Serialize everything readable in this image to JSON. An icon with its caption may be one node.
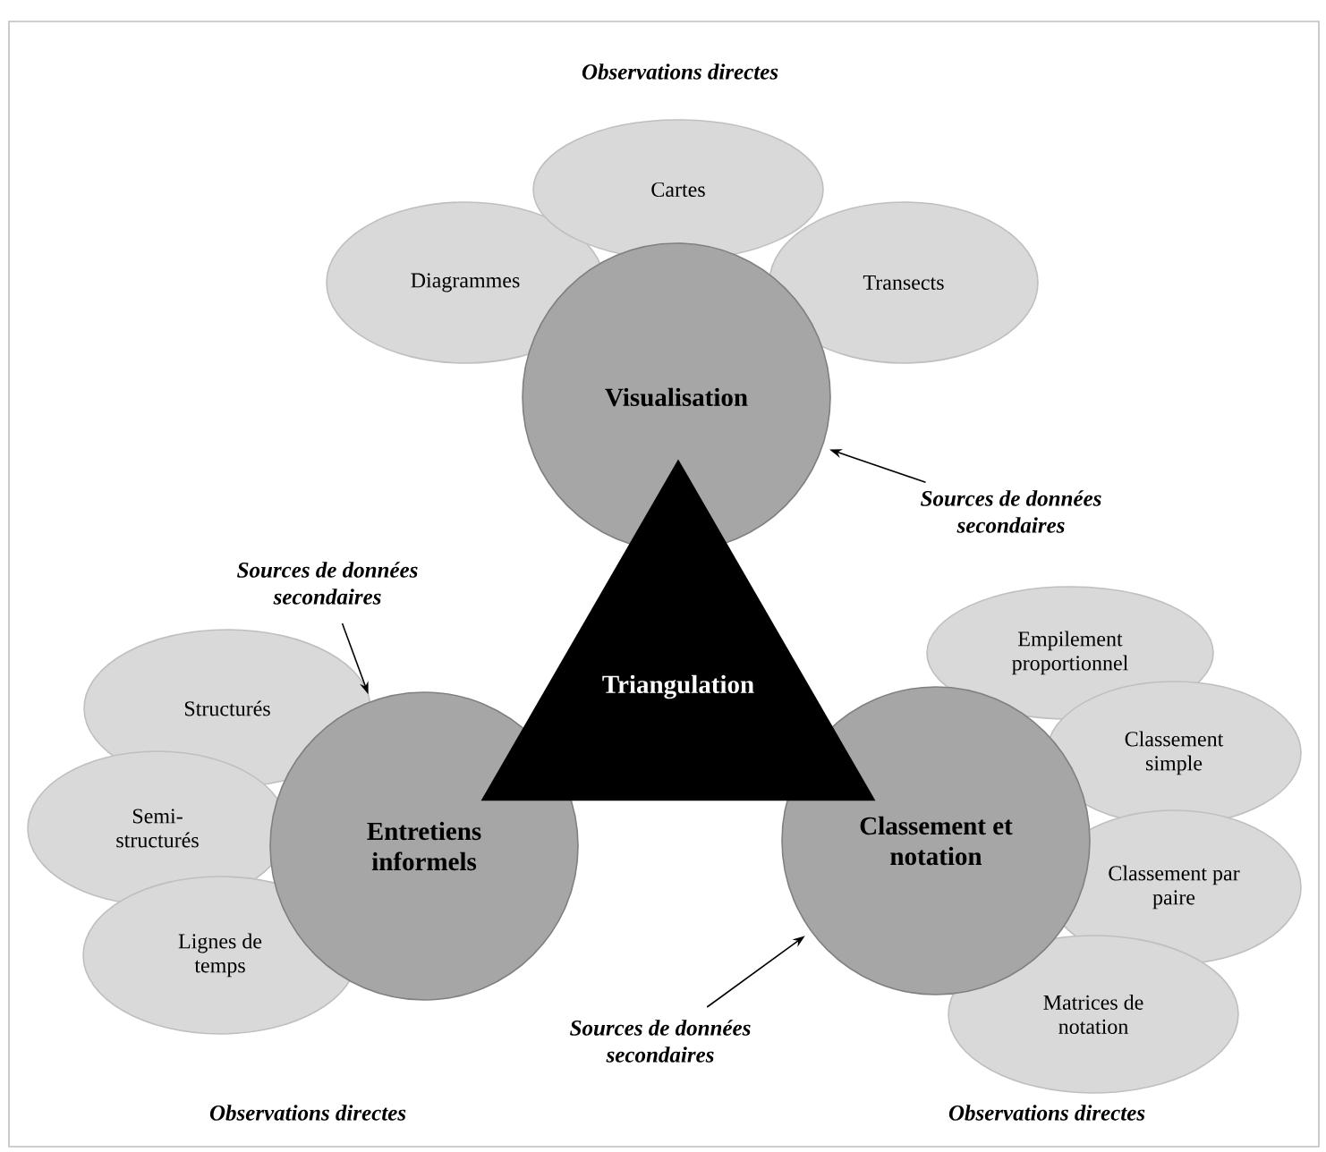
{
  "diagram": {
    "nodes": [
      {
        "text": [
          "Visualisation"
        ]
      },
      {
        "text": [
          "Diagrammes"
        ]
      },
      {
        "text": [
          "Cartes"
        ]
      },
      {
        "text": [
          "Transects"
        ]
      },
      {
        "text": [
          "Triangulation"
        ]
      },
      {
        "text": [
          "Entretiens informels"
        ]
      },
      {
        "text": [
          "Structurés"
        ]
      },
      {
        "text": [
          "Semi-structurés"
        ]
      },
      {
        "text": [
          "Lignes de temps"
        ]
      },
      {
        "text": [
          "Classement et notation"
        ]
      },
      {
        "text": [
          "Empilement proportionnel"
        ]
      },
      {
        "text": [
          "Classement simple"
        ]
      },
      {
        "text": [
          "Classement par paire"
        ]
      },
      {
        "text": [
          "Matrices de notation"
        ]
      },
      {
        "text": [
          "Sources de données secondaires"
        ]
      },
      {
        "text": [
          "Sources de données secondaires"
        ]
      },
      {
        "text": [
          "Sources de données secondaires"
        ]
      }
    ],
    "edges": [
      {
        "from": 14,
        "to": 0,
        "arrow": "to"
      },
      {
        "from": 15,
        "to": 5,
        "arrow": "to"
      },
      {
        "from": 16,
        "to": 9,
        "arrow": "to"
      }
    ],
    "labels": [
      "Observations directes",
      "Observations directes",
      "Observations directes"
    ]
  }
}
